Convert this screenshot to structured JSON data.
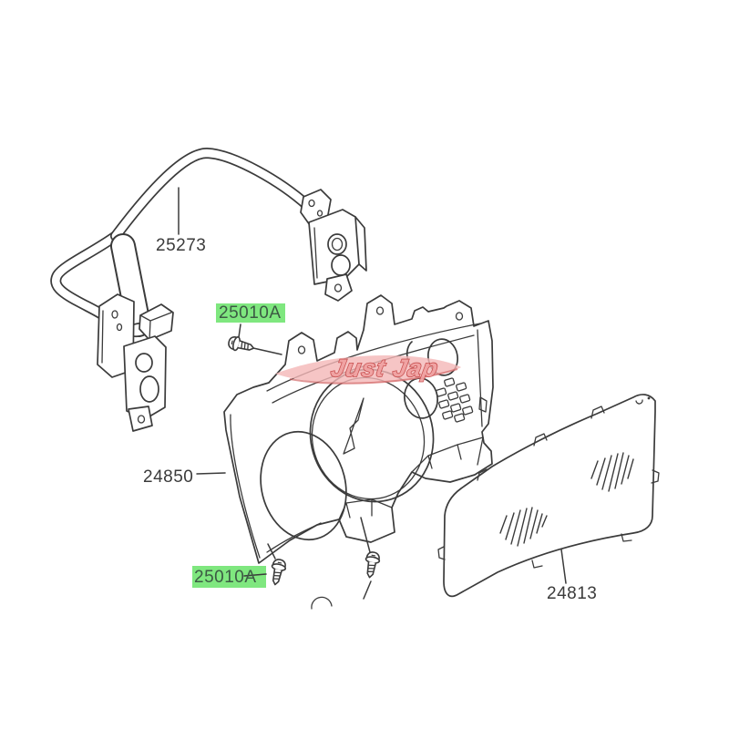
{
  "diagram": {
    "background_color": "#ffffff",
    "line_color": "#3b3b3b",
    "highlight": {
      "fill": "#7fe77f",
      "text_color": "#3c5a44"
    },
    "watermark": {
      "text": "Just Jap",
      "text_color": "#f0a2a2",
      "outline_color": "#c64a4a",
      "swoosh_color": "#f4b6b6"
    },
    "parts": {
      "harness": {
        "part_number": "25273",
        "highlighted": false
      },
      "screw_top": {
        "part_number": "25010A",
        "highlighted": true
      },
      "cluster": {
        "part_number": "24850",
        "highlighted": false
      },
      "screw_bottom": {
        "part_number": "25010A",
        "highlighted": true
      },
      "lens": {
        "part_number": "24813",
        "highlighted": false
      }
    }
  }
}
